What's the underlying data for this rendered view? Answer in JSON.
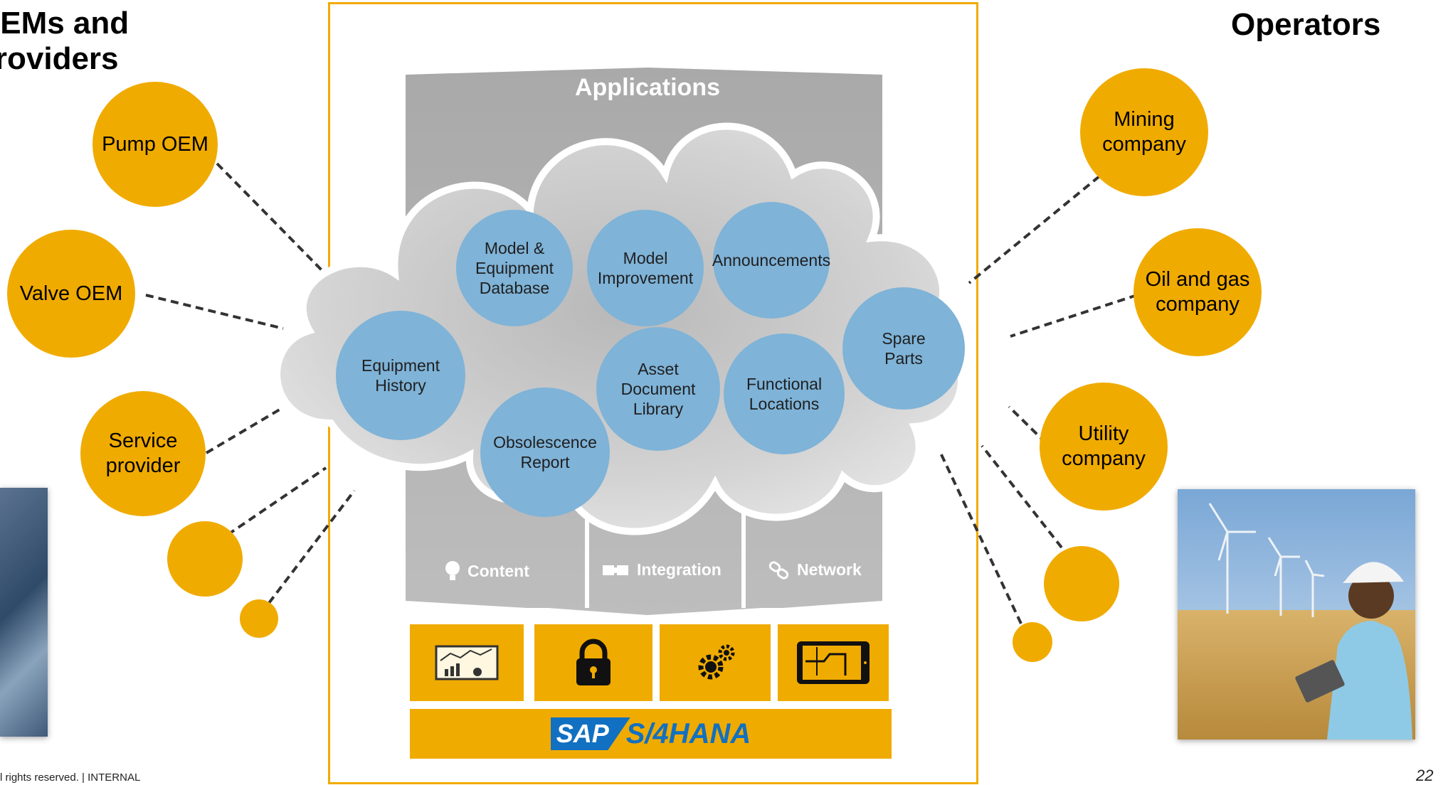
{
  "left_heading": "OEMs and\nproviders",
  "right_heading": "Operators",
  "left_partners": [
    "Pump OEM",
    "Valve OEM",
    "Service\nprovider"
  ],
  "right_partners": [
    "Mining\ncompany",
    "Oil and gas\ncompany",
    "Utility\ncompany"
  ],
  "cloud": {
    "title": "Applications",
    "apps": [
      "Model &\nEquipment\nDatabase",
      "Model\nImprovement",
      "Announcements",
      "Equipment\nHistory",
      "Asset\nDocument\nLibrary",
      "Functional\nLocations",
      "Spare\nParts",
      "Obsolescence\nReport"
    ]
  },
  "layers": [
    "Content",
    "Integration",
    "Network"
  ],
  "foundation_icons": [
    "analytics-dashboard-icon",
    "lock-icon",
    "gears-icon",
    "tablet-map-icon"
  ],
  "product": {
    "brand": "SAP",
    "name": "S/4HANA"
  },
  "colors": {
    "accent": "#f0ab00",
    "bubble": "#7fb3d8",
    "frame": "#f0ab00"
  },
  "footer": {
    "copyright": "l rights reserved.  |  INTERNAL",
    "page_number": "22"
  }
}
